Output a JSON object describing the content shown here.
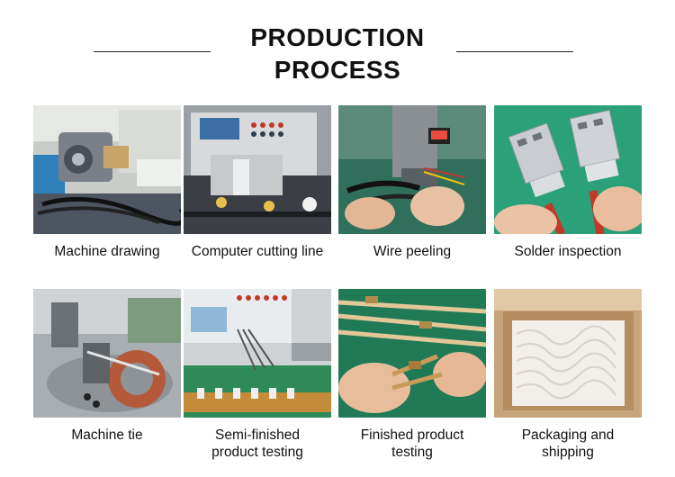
{
  "header": {
    "title_line1": "PRODUCTION",
    "title_line2": "PROCESS"
  },
  "steps": [
    {
      "lines": [
        "Machine drawing"
      ],
      "icon": "wire-drawing-machine-photo"
    },
    {
      "lines": [
        "Computer cutting line"
      ],
      "icon": "wire-cutting-machine-photo"
    },
    {
      "lines": [
        "Wire peeling"
      ],
      "icon": "wire-stripping-photo"
    },
    {
      "lines": [
        "Solder inspection"
      ],
      "icon": "usb-connector-inspection-photo"
    },
    {
      "lines": [
        "Machine tie"
      ],
      "icon": "cable-tying-machine-photo"
    },
    {
      "lines": [
        "Semi-finished",
        "product testing"
      ],
      "icon": "circuit-tester-photo"
    },
    {
      "lines": [
        "Finished product",
        "testing"
      ],
      "icon": "finished-cable-photo"
    },
    {
      "lines": [
        "Packaging and shipping"
      ],
      "icon": "carton-box-photo"
    }
  ]
}
